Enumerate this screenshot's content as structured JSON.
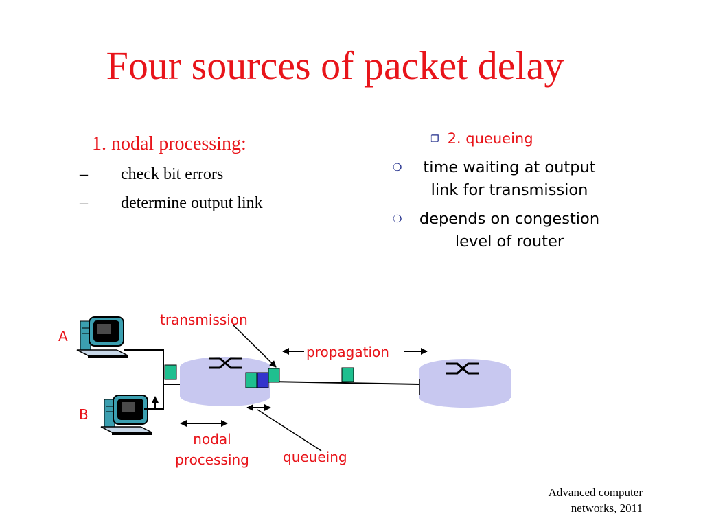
{
  "slide": {
    "title": "Four sources of packet delay",
    "left": {
      "heading": "1. nodal processing:",
      "items": [
        "check bit errors",
        "determine output link"
      ]
    },
    "right": {
      "heading": "2. queueing",
      "items": [
        {
          "line1": "time waiting at output",
          "line2": "link for transmission"
        },
        {
          "line1": "depends on congestion",
          "line2": "level of router"
        }
      ]
    },
    "diagram": {
      "host_a": "A",
      "host_b": "B",
      "transmission": "transmission",
      "propagation": "propagation",
      "nodal_line1": "nodal",
      "nodal_line2": "processing",
      "queueing": "queueing"
    },
    "footer": {
      "line1": "Advanced computer",
      "line2": "networks, 2011"
    }
  },
  "colors": {
    "title": "#e8141a",
    "label": "#e8141a",
    "bullet": "#1e2b8a",
    "router": "#c8c8f0",
    "packet": "#1fbf8f",
    "packet_queued": "#3333cc"
  }
}
